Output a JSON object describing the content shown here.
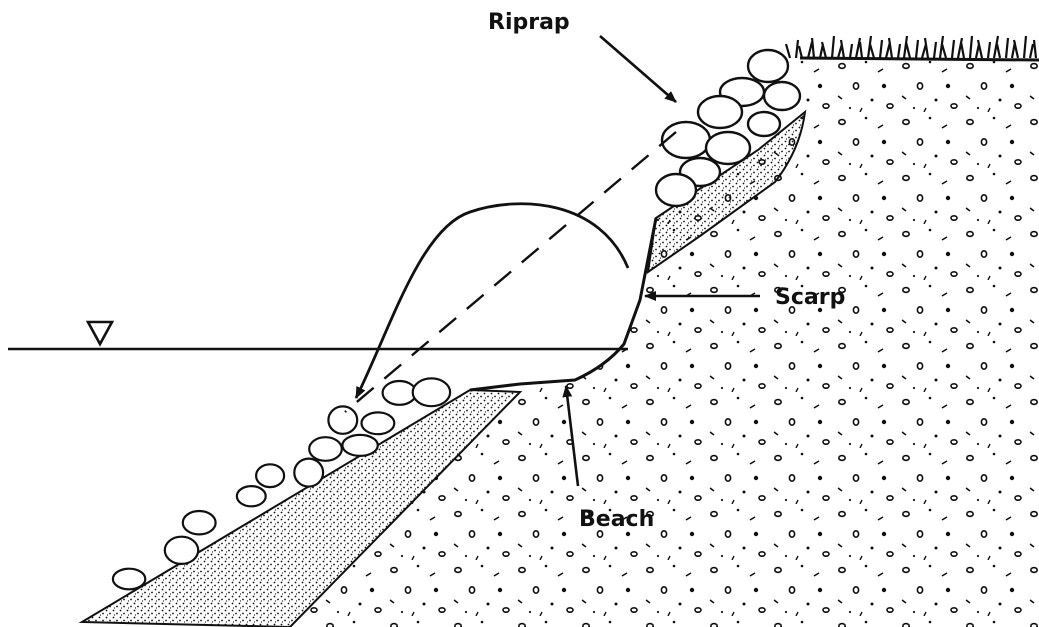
{
  "labels": {
    "riprap": "Riprap",
    "scarp": "Scarp",
    "beach": "Beach"
  },
  "colors": {
    "ink": "#111111",
    "paper": "#ffffff"
  }
}
